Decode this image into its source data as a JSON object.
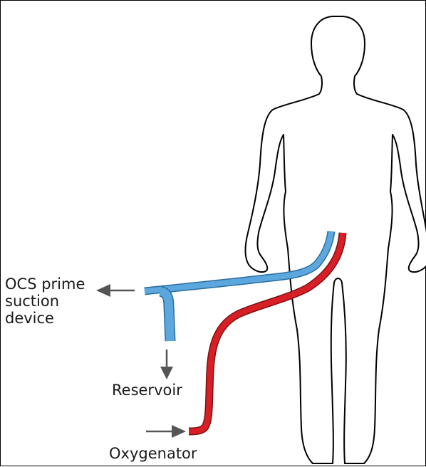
{
  "labels": {
    "ocs_line1": "OCS prime",
    "ocs_line2": "suction",
    "ocs_line3": "device",
    "reservoir": "Reservoir",
    "oxygenator": "Oxygenator"
  },
  "colors": {
    "outline": "#000000",
    "arrow": "#555555",
    "venous_tube": "#5ba7de",
    "arterial_tube": "#d91f26"
  },
  "icons": [
    "human-silhouette",
    "arrow-left",
    "arrow-down",
    "arrow-right"
  ]
}
